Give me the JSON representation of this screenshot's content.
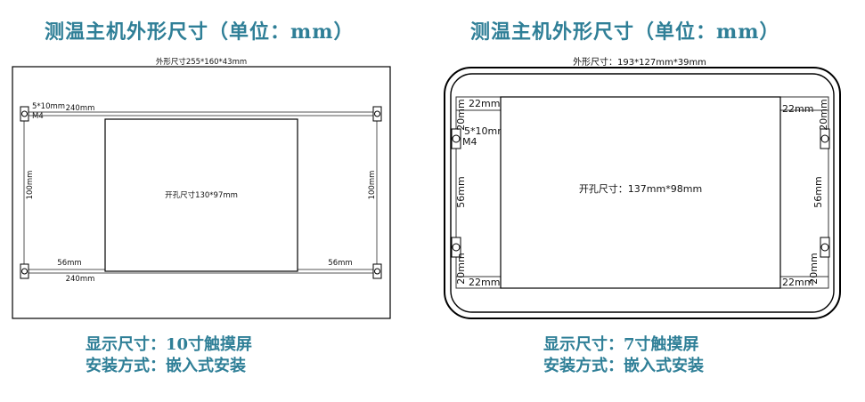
{
  "left": {
    "title": "测温主机外形尺寸（单位：mm）",
    "outer_size": "外形尺寸255*160*43mm",
    "cutout": "开孔尺寸130*97mm",
    "hole_size": "5*10mm",
    "screw": "M4",
    "top_span": "240mm",
    "bottom_span": "240mm",
    "left_height": "100mm",
    "right_height": "100mm",
    "left_offset": "56mm",
    "right_offset": "56mm",
    "caption_line1": "显示尺寸：10寸触摸屏",
    "caption_line2": "安装方式：嵌入式安装"
  },
  "right": {
    "title": "测温主机外形尺寸（单位：mm）",
    "outer_size": "外形尺寸：193*127mm*39mm",
    "cutout": "开孔尺寸：137mm*98mm",
    "hole_size": "5*10mm",
    "screw": "M4",
    "top_left_w": "22mm",
    "top_left_h": "20mm",
    "top_right_w": "22mm",
    "top_right_h": "20mm",
    "bottom_left_w": "22mm",
    "bottom_left_h": "20mm",
    "bottom_right_w": "22mm",
    "bottom_right_h": "20mm",
    "left_height": "56mm",
    "right_height": "56mm",
    "caption_line1": "显示尺寸：7寸触摸屏",
    "caption_line2": "安装方式：嵌入式安装"
  }
}
